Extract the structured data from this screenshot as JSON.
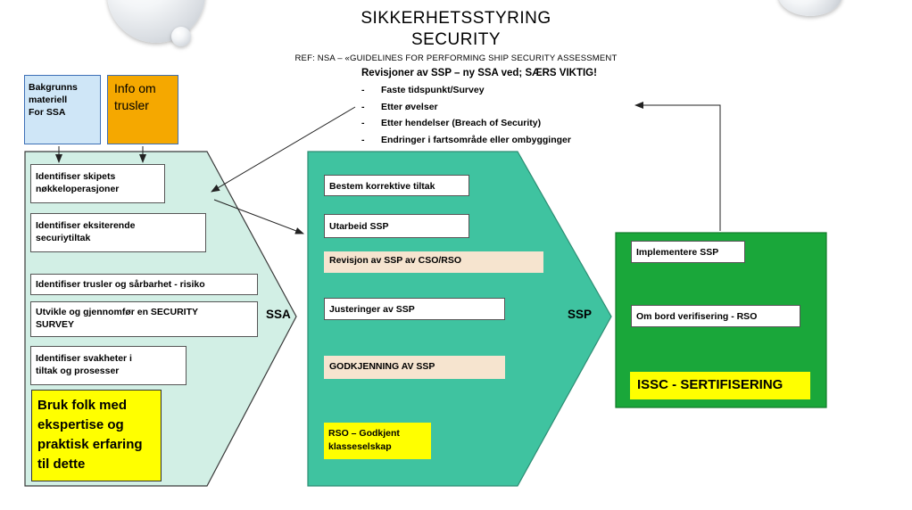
{
  "title": {
    "line1": "SIKKERHETSSTYRING",
    "line2": "SECURITY",
    "ref": "REF: NSA – «GUIDELINES FOR PERFORMING SHIP SECURITY ASSESSMENT"
  },
  "revisions": {
    "heading": "Revisjoner av SSP – ny SSA ved; SÆRS VIKTIG!",
    "items": [
      "Faste tidspunkt/Survey",
      "Etter øvelser",
      "Etter hendelser (Breach of Security)",
      "Endringer i fartsområde eller ombygginger"
    ]
  },
  "inputs": {
    "bakgrunn": [
      "Bakgrunns",
      "materiell",
      "For SSA"
    ],
    "info": [
      "Info om",
      "trusler"
    ]
  },
  "ssa": {
    "label": "SSA",
    "steps": [
      [
        "Identifiser skipets",
        "nøkkeloperasjoner"
      ],
      [
        "Identifiser eksiterende",
        "securiytiltak"
      ],
      [
        "Identifiser trusler og sårbarhet - risiko"
      ],
      [
        "Utvikle og gjennomfør en SECURITY",
        "SURVEY"
      ],
      [
        "Identifiser svakheter i",
        "tiltak og prosesser"
      ]
    ],
    "highlight": [
      "Bruk folk med",
      "ekspertise og",
      "praktisk erfaring",
      "til dette"
    ]
  },
  "ssp": {
    "label": "SSP",
    "steps": [
      "Bestem korrektive tiltak",
      "Utarbeid SSP",
      "Revisjon av SSP av CSO/RSO",
      "Justeringer av SSP",
      "GODKJENNING AV SSP"
    ],
    "highlight": [
      "RSO – Godkjent",
      "klasseselskap"
    ]
  },
  "issc": {
    "steps": [
      "Implementere SSP",
      "Om bord verifisering - RSO"
    ],
    "highlight": "ISSC - SERTIFISERING"
  },
  "colors": {
    "ssa_fill": "#d2efe5",
    "ssp_fill": "#3fc3a0",
    "issc_fill": "#1aa73a",
    "bakgrunn_fill": "#cfe6f7",
    "info_fill": "#f5a800",
    "highlight_yellow": "#ffff00",
    "beige": "#f6e4cf"
  }
}
